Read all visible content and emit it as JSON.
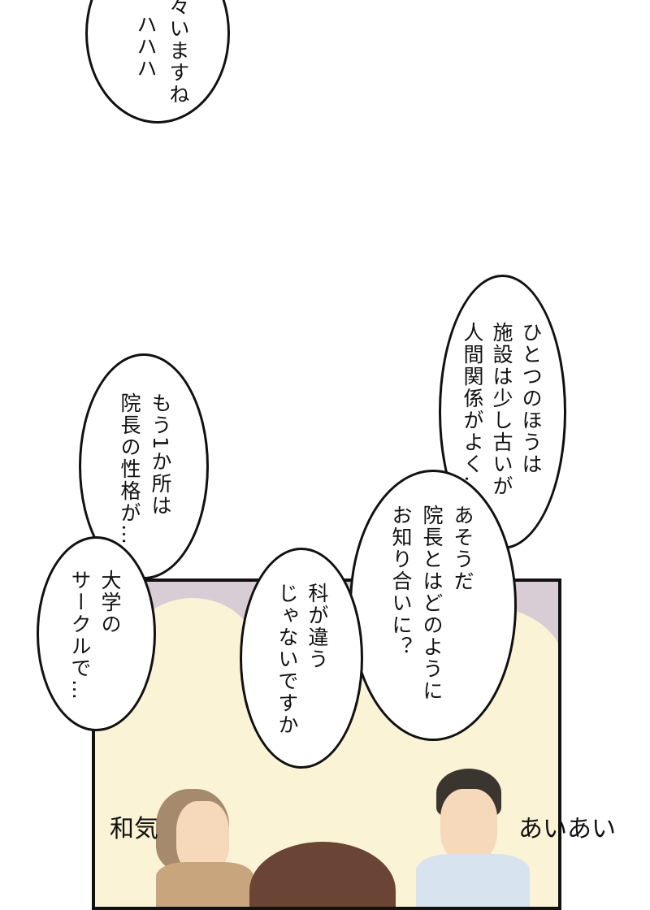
{
  "bubbles": [
    {
      "id": "top",
      "lines": [
        "々いますね",
        "ハハハ"
      ]
    },
    {
      "id": "right",
      "lines": [
        "ひとつのほうは",
        "施設は少し古いが",
        "人間関係がよく…"
      ]
    },
    {
      "id": "left-middle",
      "lines": [
        "もう1か所は",
        "院長の性格が…"
      ]
    },
    {
      "id": "center",
      "lines": [
        "あそうだ",
        "院長とはどのように",
        "お知り合いに？"
      ]
    },
    {
      "id": "center-left",
      "lines": [
        "科が違う",
        "じゃないですか"
      ]
    },
    {
      "id": "left",
      "lines": [
        "大学の",
        "サークルで…"
      ]
    }
  ],
  "labels": {
    "left_character": "和気",
    "right_character": "あいあい"
  },
  "colors": {
    "panel_bg": "#d8cdd5",
    "panel_light": "#fbf3d6",
    "outline": "#111111"
  }
}
